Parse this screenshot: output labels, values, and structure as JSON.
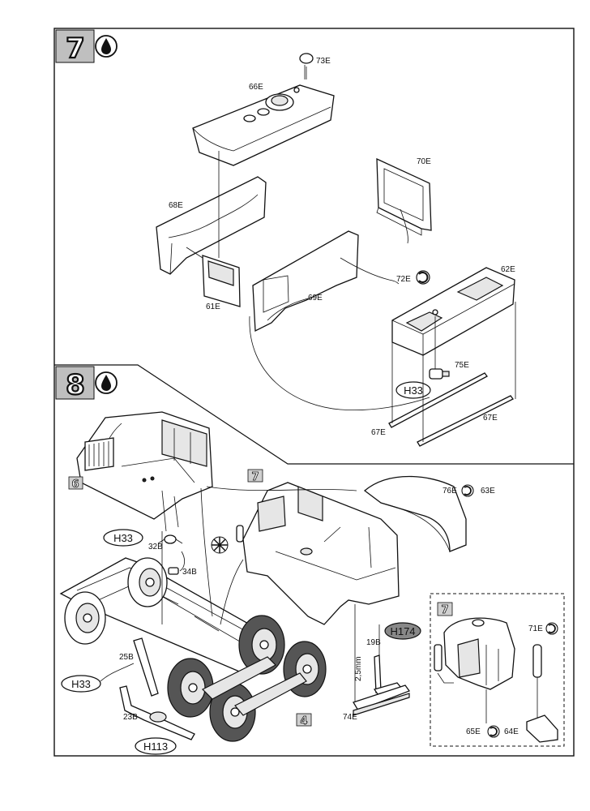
{
  "steps": [
    {
      "number": "7",
      "icon": "glue-drop-icon"
    },
    {
      "number": "8",
      "icon": "glue-drop-icon"
    }
  ],
  "step7_labels": {
    "p73E": "73E",
    "p66E": "66E",
    "p70E": "70E",
    "p68E": "68E",
    "p72E": "72E",
    "p62E": "62E",
    "p61E": "61E",
    "p69E": "69E",
    "p75E": "75E",
    "p67E_left": "67E",
    "p67E_right": "67E"
  },
  "step7_paint": {
    "h33": "H33"
  },
  "step8_labels": {
    "p32B": "32B",
    "p34B": "34B",
    "p76E": "76E",
    "p63E": "63E",
    "p19B": "19B",
    "p25mm": "2,5mm",
    "p25B": "25B",
    "p23B": "23B",
    "p74E": "74E",
    "p71E": "71E",
    "p65E": "65E",
    "p64E": "64E"
  },
  "step8_paint": {
    "h33_a": "H33",
    "h33_b": "H33",
    "h113": "H113",
    "h174": "H174"
  },
  "step8_refs": {
    "ref6": "6",
    "ref7": "7",
    "ref4": "4",
    "inset7": "7"
  }
}
